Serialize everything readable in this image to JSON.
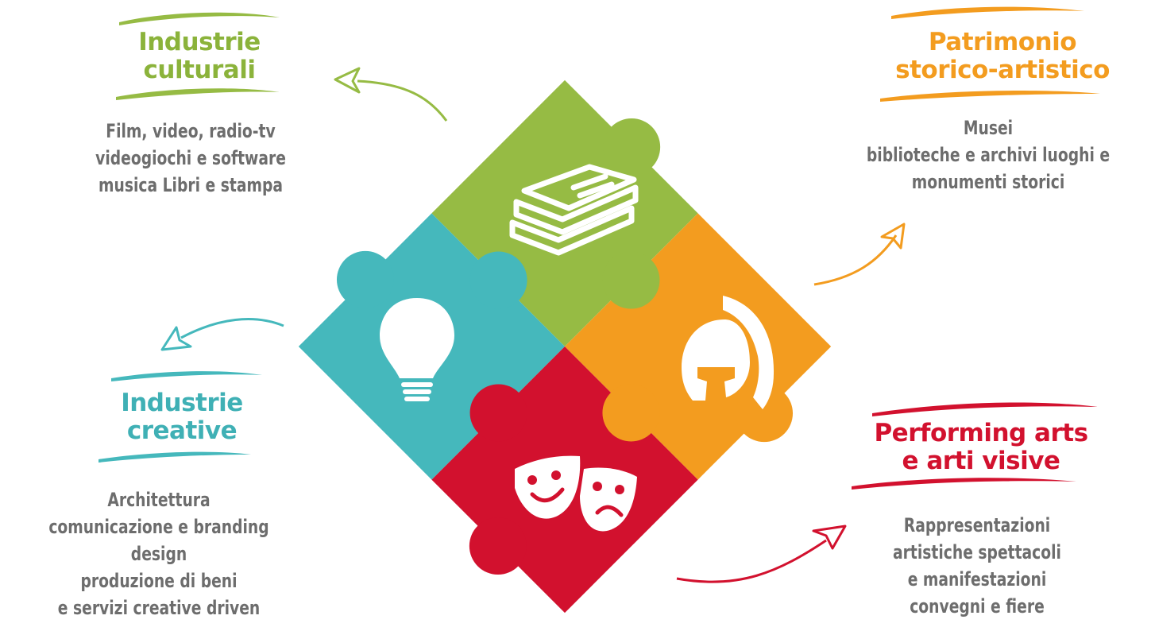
{
  "colors": {
    "green": "#96bb44",
    "orange": "#f39c1f",
    "teal": "#45b8bc",
    "red": "#d2112e",
    "text_gray": "#6d6d6d"
  },
  "sections": {
    "cultural": {
      "title_lines": [
        "Industrie",
        "culturali"
      ],
      "items": [
        "Film, video, radio-tv",
        "videogiochi e software",
        "musica Libri e stampa"
      ],
      "color": "#8bb33b",
      "icon": "books-icon"
    },
    "heritage": {
      "title_lines": [
        "Patrimonio",
        "storico-artistico"
      ],
      "items": [
        "Musei",
        "biblioteche e archivi luoghi e",
        "monumenti storici"
      ],
      "color": "#f39c1f",
      "icon": "spartan-helmet-icon"
    },
    "creative": {
      "title_lines": [
        "Industrie",
        "creative"
      ],
      "items": [
        "Architettura",
        "comunicazione e branding",
        "design",
        "produzione di beni",
        "e servizi creative driven"
      ],
      "color": "#3fb0b5",
      "icon": "light-bulb-icon"
    },
    "performing": {
      "title_lines": [
        "Performing arts",
        "e arti visive"
      ],
      "items": [
        "Rappresentazioni",
        "artistiche spettacoli",
        "e manifestazioni",
        "convegni e fiere"
      ],
      "color": "#d2112e",
      "icon": "theater-masks-icon"
    }
  }
}
